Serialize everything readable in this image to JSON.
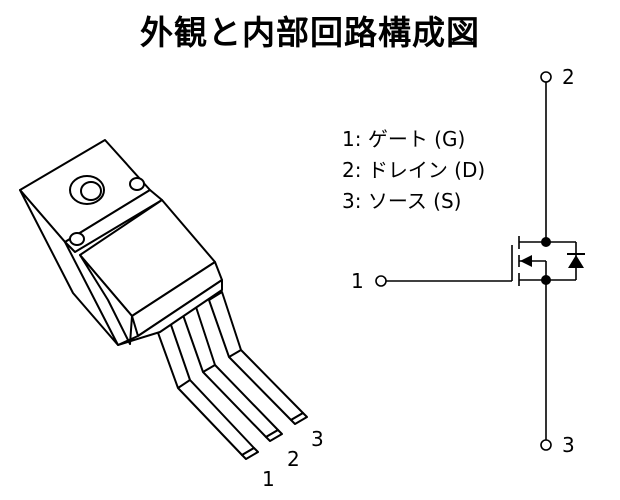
{
  "title": "外観と内部回路構成図",
  "legend": [
    "1: ゲート (G)",
    "2: ドレイン (D)",
    "3: ソース (S)"
  ],
  "package_pins": [
    "1",
    "2",
    "3"
  ],
  "circuit_pins": {
    "gate": "1",
    "drain": "2",
    "source": "3"
  }
}
